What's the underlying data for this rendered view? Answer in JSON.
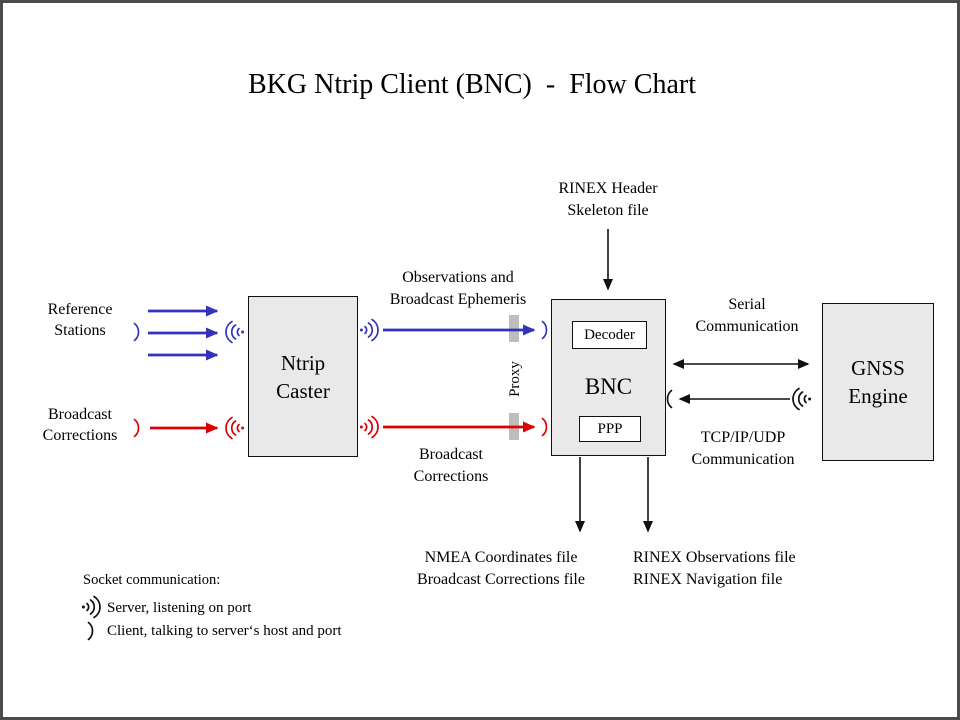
{
  "title": "BKG Ntrip Client (BNC)  -  Flow Chart",
  "colors": {
    "blue": "#3333bb",
    "red": "#dd0000",
    "black": "#111111",
    "box_fill": "#e9e9e9",
    "proxy_bar": "#bdbdbd",
    "frame": "#4b4b4b"
  },
  "nodes": {
    "ntrip_caster": {
      "label": "Ntrip\nCaster"
    },
    "bnc": {
      "label": "BNC",
      "decoder_label": "Decoder",
      "ppp_label": "PPP"
    },
    "gnss_engine": {
      "label": "GNSS\nEngine"
    }
  },
  "edge_labels": {
    "reference_stations": "Reference\nStations",
    "broadcast_corrections_left": "Broadcast\nCorrections",
    "observations_ephemeris": "Observations and\nBroadcast Ephemeris",
    "broadcast_corrections_mid": "Broadcast\nCorrections",
    "rinex_header_skeleton": "RINEX Header\nSkeleton file",
    "serial_communication": "Serial\nCommunication",
    "tcp_ip_udp_communication": "TCP/IP/UDP\nCommunication",
    "proxy": "Proxy",
    "nmea_outputs": "NMEA Coordinates file\nBroadcast Corrections file",
    "rinex_outputs": "RINEX Observations file\nRINEX Navigation file"
  },
  "legend": {
    "title": "Socket communication:",
    "server": "Server, listening  on port",
    "client": "Client, talking to server‘s host and port"
  }
}
